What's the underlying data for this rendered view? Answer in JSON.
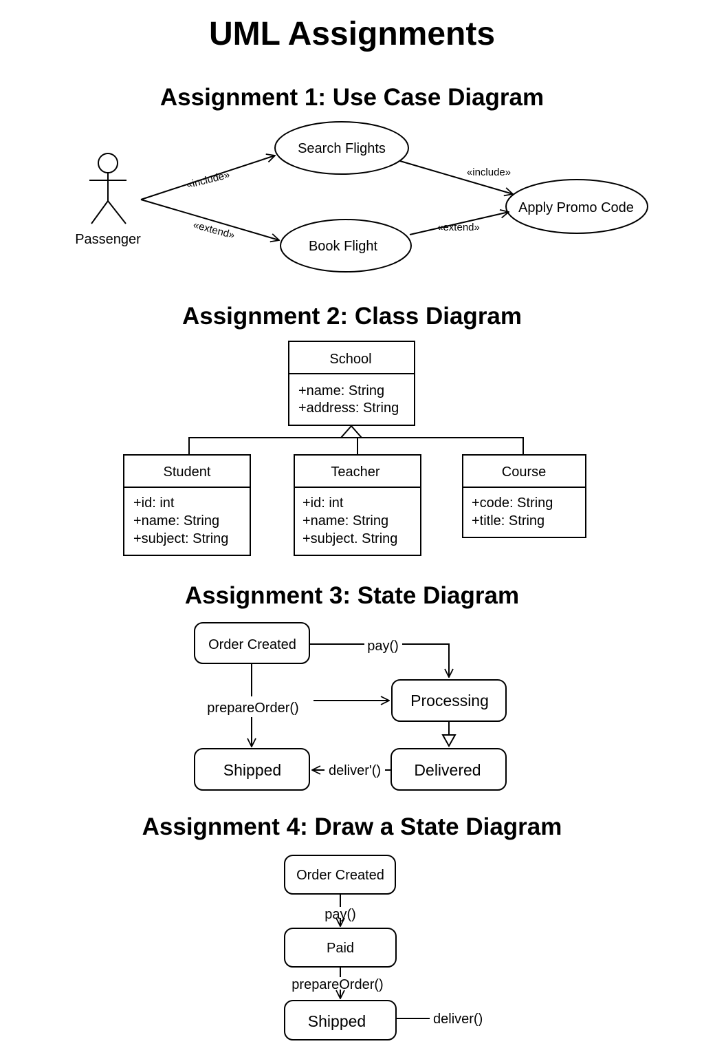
{
  "page_title": "UML Assignments",
  "sections": [
    {
      "title": "Assignment 1: Use Case Diagram",
      "actor": "Passenger",
      "use_cases": [
        "Search Flights",
        "Book Flight",
        "Apply Promo Code"
      ],
      "relations": [
        {
          "from": "Passenger",
          "to": "Search Flights",
          "label": "«include»"
        },
        {
          "from": "Passenger",
          "to": "Book Flight",
          "label": "«extend»"
        },
        {
          "from": "Search Flights",
          "to": "Apply Promo Code",
          "label": "«include»"
        },
        {
          "from": "Book Flight",
          "to": "Apply Promo Code",
          "label": "«extend»"
        }
      ]
    },
    {
      "title": "Assignment 2: Class Diagram",
      "classes": [
        {
          "name": "School",
          "attributes": [
            "+name: String",
            "+address: String"
          ]
        },
        {
          "name": "Student",
          "attributes": [
            "+id: int",
            "+name: String",
            "+subject: String"
          ]
        },
        {
          "name": "Teacher",
          "attributes": [
            "+id: int",
            "+name: String",
            "+subject. String"
          ]
        },
        {
          "name": "Course",
          "attributes": [
            "+code: String",
            "+title: String"
          ]
        }
      ]
    },
    {
      "title": "Assignment 3: State Diagram",
      "states": [
        "Order Created",
        "Processing",
        "Shipped",
        "Delivered"
      ],
      "transitions": [
        {
          "from": "Order Created",
          "to": "Processing",
          "label": "pay()"
        },
        {
          "from": "Order Created",
          "to": "Shipped",
          "label": "prepareOrder()"
        },
        {
          "from": "Processing",
          "to": "Delivered",
          "label": ""
        },
        {
          "from": "Delivered",
          "to": "Shipped",
          "label": "deliver'()"
        }
      ]
    },
    {
      "title": "Assignment 4: Draw a State Diagram",
      "states": [
        "Order Created",
        "Paid",
        "Shipped"
      ],
      "transitions": [
        {
          "from": "Order Created",
          "to": "Paid",
          "label": "pay()"
        },
        {
          "from": "Paid",
          "to": "Shipped",
          "label": "prepareOrder()"
        },
        {
          "from": "Shipped",
          "to": "",
          "label": "deliver()"
        }
      ]
    }
  ]
}
